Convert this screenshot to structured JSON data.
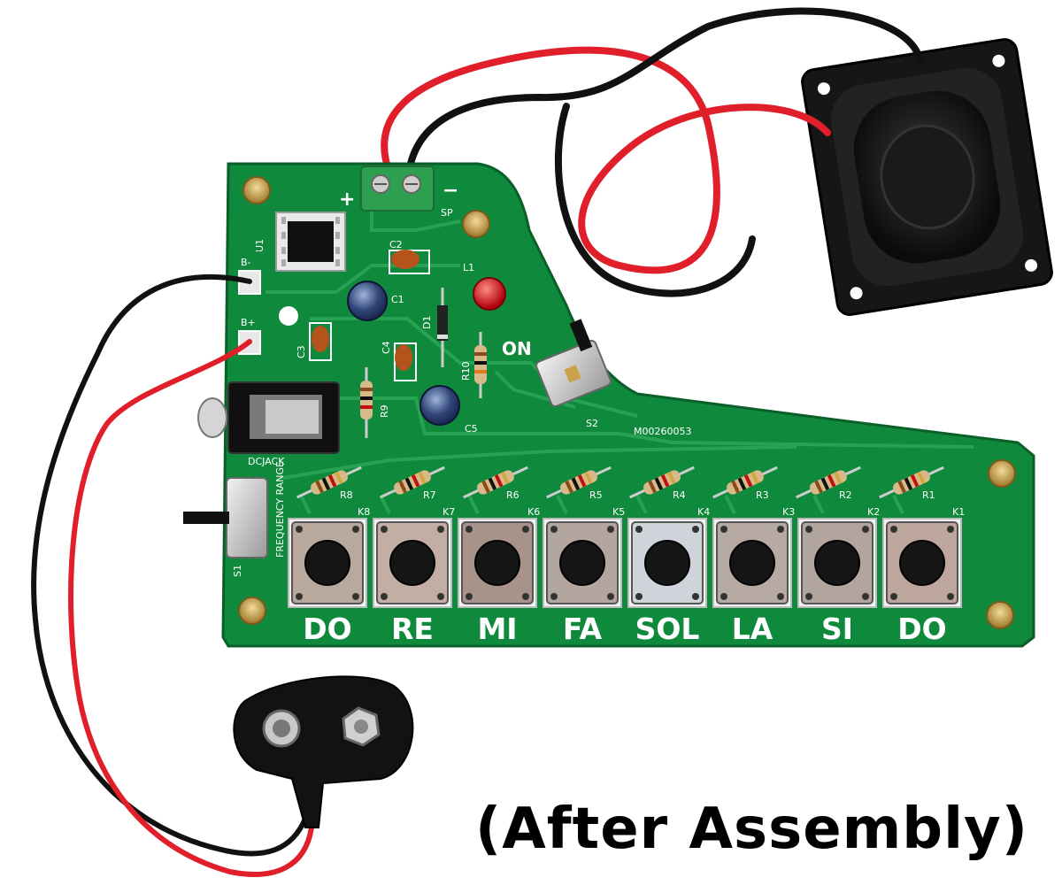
{
  "caption": "(After Assembly)",
  "board": {
    "marking": "M00260053",
    "power_switch_label": "ON",
    "speaker_plus": "+",
    "speaker_minus": "−",
    "speaker_label": "SP",
    "pads": {
      "bminus": "B-",
      "bplus": "B+"
    },
    "jack_label": "DCJACK",
    "range_label": "FREQUENCY RANGE",
    "labels": {
      "u1": "U1",
      "c1": "C1",
      "c2": "C2",
      "c3": "C3",
      "c4": "C4",
      "c5": "C5",
      "d1": "D1",
      "l1": "L1",
      "r9": "R9",
      "r10": "R10",
      "s1": "S1",
      "s2": "S2"
    },
    "resistors": [
      "R8",
      "R7",
      "R6",
      "R5",
      "R4",
      "R3",
      "R2",
      "R1"
    ],
    "keys": [
      "K8",
      "K7",
      "K6",
      "K5",
      "K4",
      "K3",
      "K2",
      "K1"
    ],
    "notes": [
      "DO",
      "RE",
      "MI",
      "FA",
      "SOL",
      "LA",
      "SI",
      "DO"
    ]
  },
  "colors": {
    "pcb": "#0f8a3c",
    "trace": "#2aa455",
    "wire_red": "#e01f2a",
    "wire_black": "#111111",
    "terminal_block": "#2e9e4f",
    "brass": "#c9a24a"
  }
}
